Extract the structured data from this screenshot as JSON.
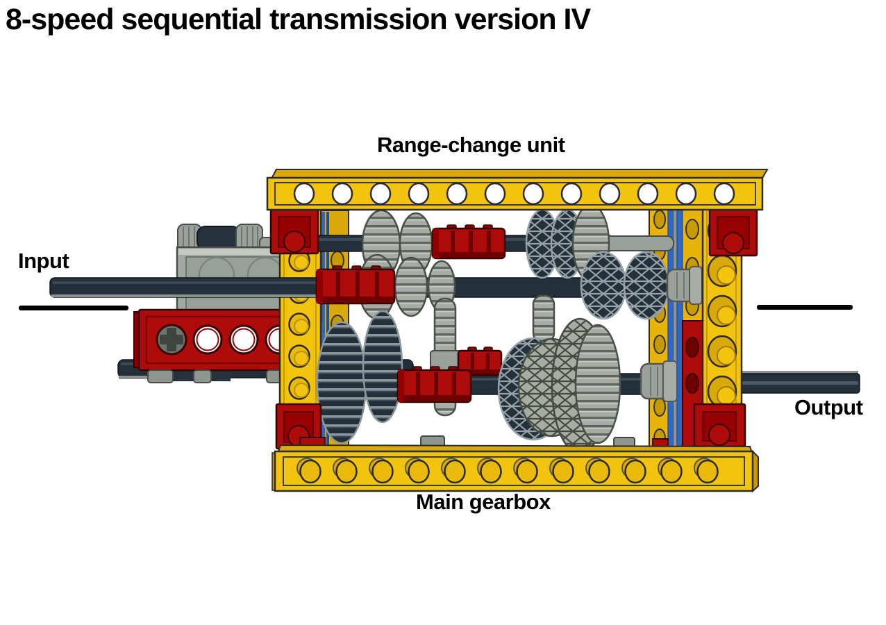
{
  "title": "8-speed sequential transmission version IV",
  "labels": {
    "top": "Range-change unit",
    "left": "Input",
    "right": "Output",
    "bottom": "Main gearbox"
  },
  "palette": {
    "beam_yellow": "#F2C40E",
    "beam_yellow_shade": "#D9A90A",
    "accent_red": "#AE0B0B",
    "accent_red_dark": "#6E0000",
    "gear_gray": "#A7ADA5",
    "axle_dark": "#243039",
    "pin_blue": "#2E68C8",
    "background": "#FFFFFF",
    "text": "#000000"
  }
}
